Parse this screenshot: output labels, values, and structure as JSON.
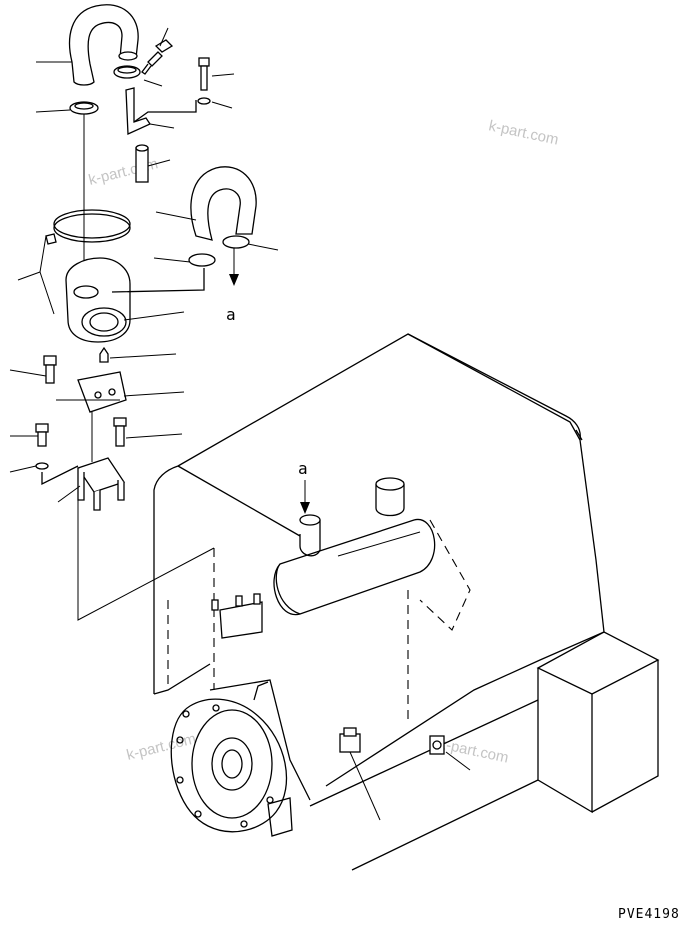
{
  "diagram": {
    "drawing_code": "PVE4198",
    "reference_labels": {
      "callout_a_top": "a",
      "callout_a_engine": "a"
    },
    "watermarks": [
      "k-part.com",
      "k-part.com",
      "k-part.com",
      "k-part.com"
    ]
  }
}
